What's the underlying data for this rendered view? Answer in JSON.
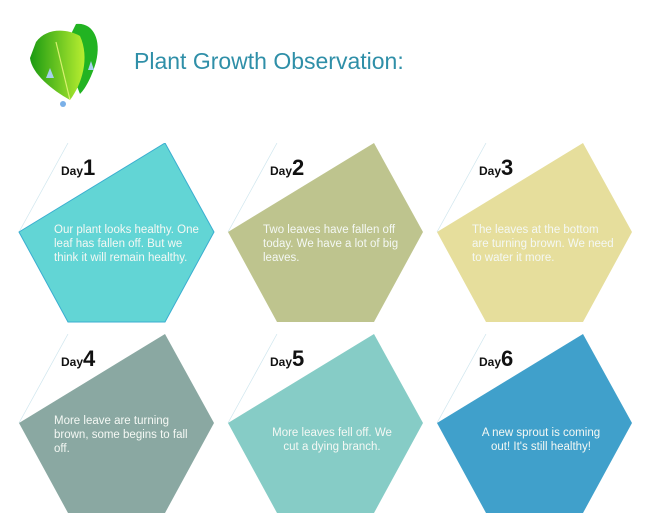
{
  "title": "Plant Growth Observation:",
  "days": [
    {
      "label": "Day",
      "num": "1",
      "text": "Our plant looks healthy. One leaf has fallen off. But we think it will remain healthy.",
      "color": "#62d5d5"
    },
    {
      "label": "Day",
      "num": "2",
      "text": "Two leaves have fallen off today. We have a lot of big leaves.",
      "color": "#bec48e"
    },
    {
      "label": "Day",
      "num": "3",
      "text": "The leaves at the bottom are turning brown. We need to water it more.",
      "color": "#e6de9c"
    },
    {
      "label": "Day",
      "num": "4",
      "text": "More leave are turning brown, some begins to fall off.",
      "color": "#8aa8a2"
    },
    {
      "label": "Day",
      "num": "5",
      "text": "More leaves fell off. We cut a dying branch.",
      "color": "#86ccc6"
    },
    {
      "label": "Day",
      "num": "6",
      "text": "A new sprout is coming out! It's still healthy!",
      "color": "#40a0cb"
    }
  ]
}
